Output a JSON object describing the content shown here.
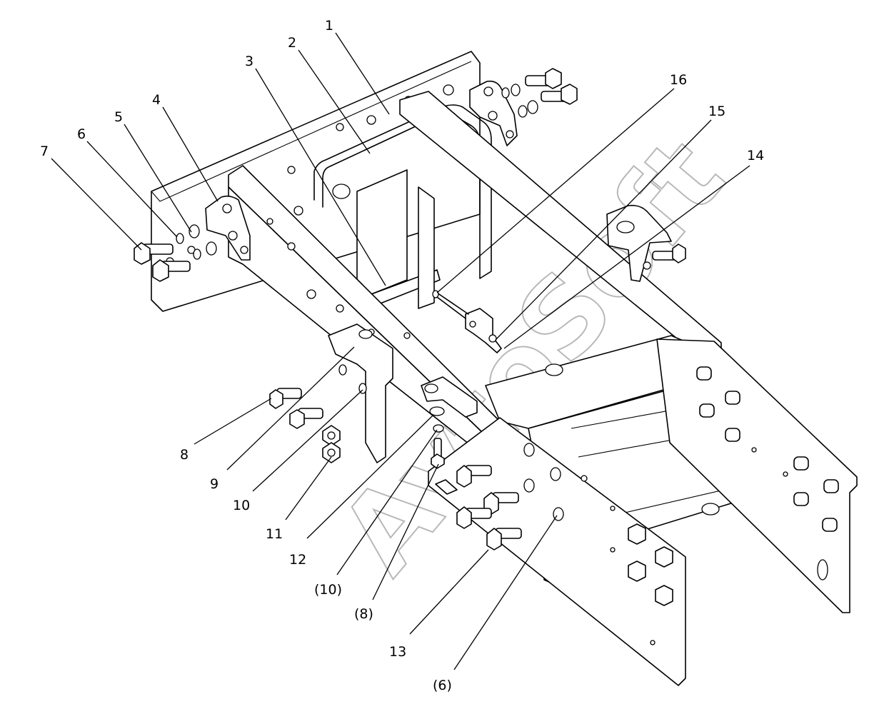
{
  "callouts": [
    {
      "id": "c1",
      "text": "1"
    },
    {
      "id": "c2",
      "text": "2"
    },
    {
      "id": "c3",
      "text": "3"
    },
    {
      "id": "c4",
      "text": "4"
    },
    {
      "id": "c5",
      "text": "5"
    },
    {
      "id": "c6",
      "text": "6"
    },
    {
      "id": "c7",
      "text": "7"
    },
    {
      "id": "c8",
      "text": "8"
    },
    {
      "id": "c9",
      "text": "9"
    },
    {
      "id": "c10",
      "text": "10"
    },
    {
      "id": "c11",
      "text": "11"
    },
    {
      "id": "c12",
      "text": "12"
    },
    {
      "id": "c10b",
      "text": "(10)"
    },
    {
      "id": "c8b",
      "text": "(8)"
    },
    {
      "id": "c13",
      "text": "13"
    },
    {
      "id": "c6b",
      "text": "(6)"
    },
    {
      "id": "c14",
      "text": "14"
    },
    {
      "id": "c15",
      "text": "15"
    },
    {
      "id": "c16",
      "text": "16"
    }
  ],
  "watermark": "AvtoSoft"
}
